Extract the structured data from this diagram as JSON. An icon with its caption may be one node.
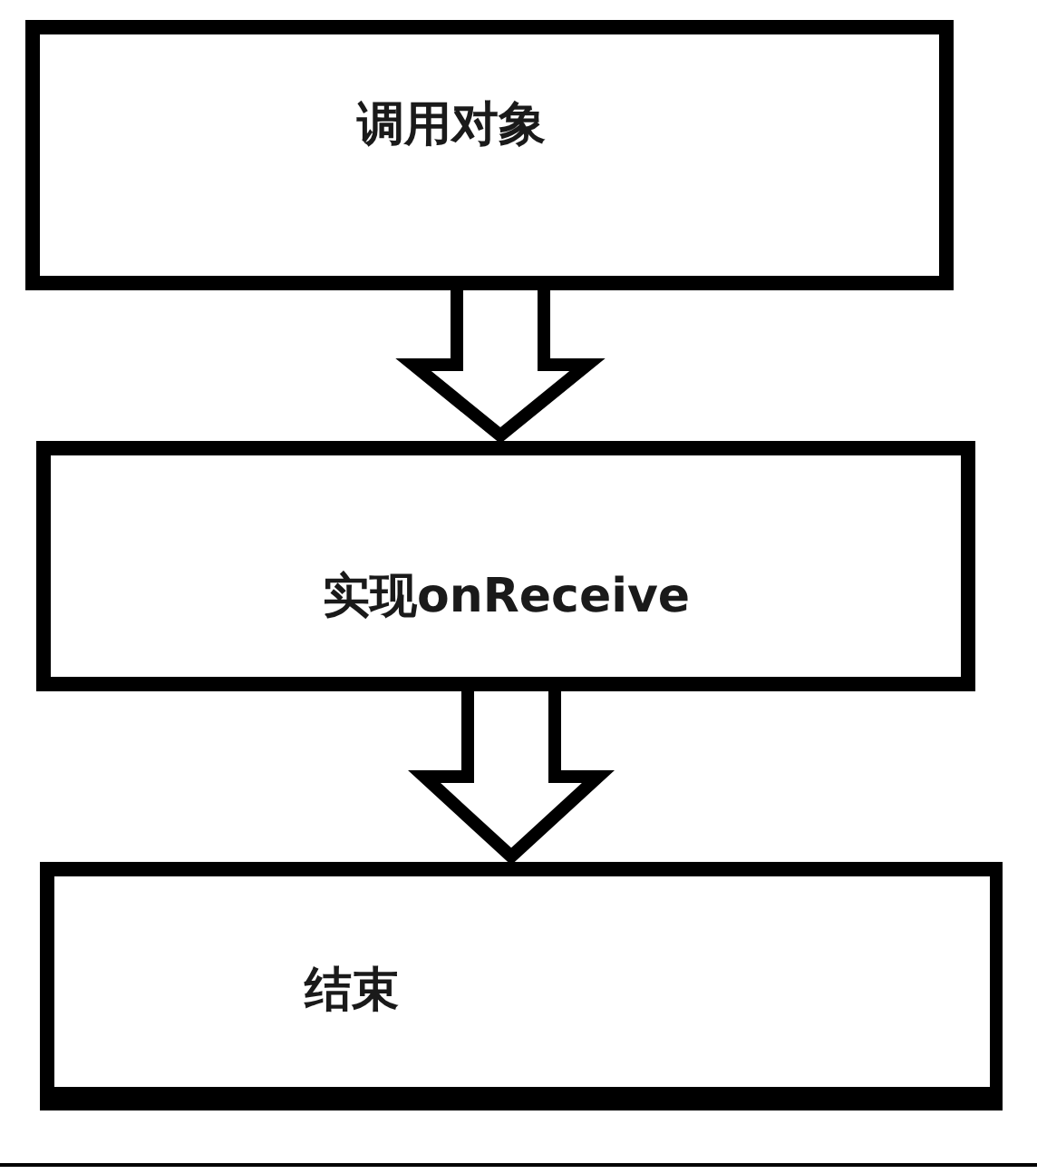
{
  "diagram": {
    "nodes": [
      {
        "text": [
          "调用对象"
        ]
      },
      {
        "text": [
          "实现onReceive"
        ]
      },
      {
        "text": [
          "结束"
        ]
      }
    ],
    "edges": [
      {
        "from": 0,
        "to": 1,
        "arrow": "to"
      },
      {
        "from": 1,
        "to": 2,
        "arrow": "to"
      }
    ]
  }
}
